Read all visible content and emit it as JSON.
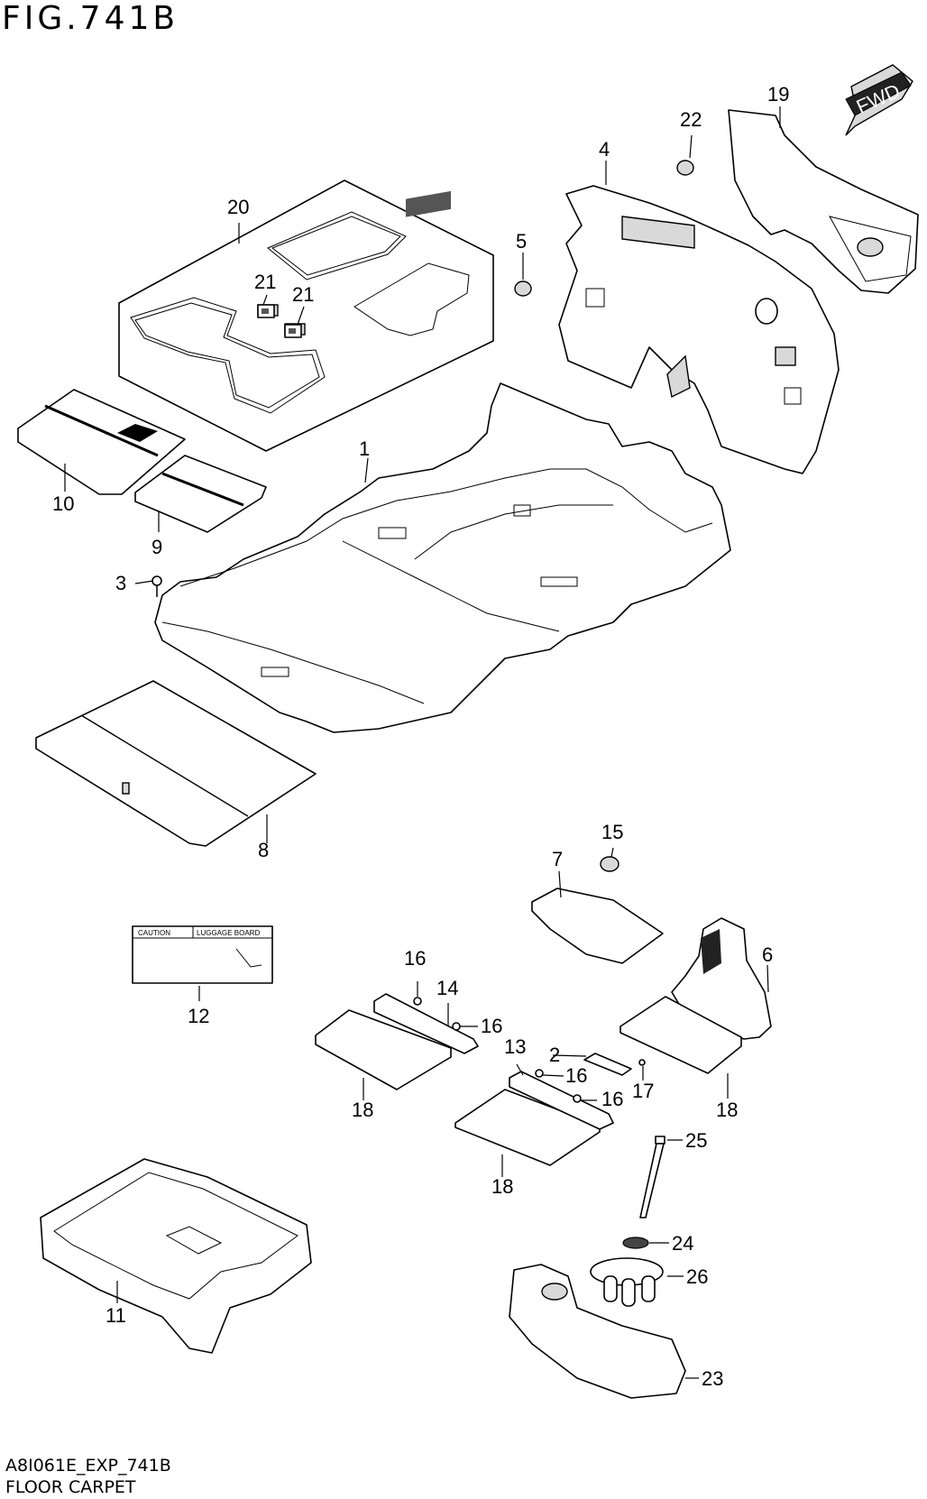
{
  "figure": {
    "title": "FIG.741B",
    "code": "A8I061E_EXP_741B",
    "name": "FLOOR CARPET"
  },
  "fwd_arrow": {
    "label": "FWD"
  },
  "label_card": {
    "caution": "CAUTION",
    "board": "LUGGAGE BOARD"
  },
  "callouts": [
    "1",
    "2",
    "3",
    "4",
    "5",
    "6",
    "7",
    "8",
    "9",
    "10",
    "11",
    "12",
    "13",
    "14",
    "15",
    "16",
    "16",
    "16",
    "16",
    "17",
    "18",
    "18",
    "18",
    "19",
    "20",
    "21",
    "21",
    "22",
    "23",
    "24",
    "25",
    "26"
  ]
}
